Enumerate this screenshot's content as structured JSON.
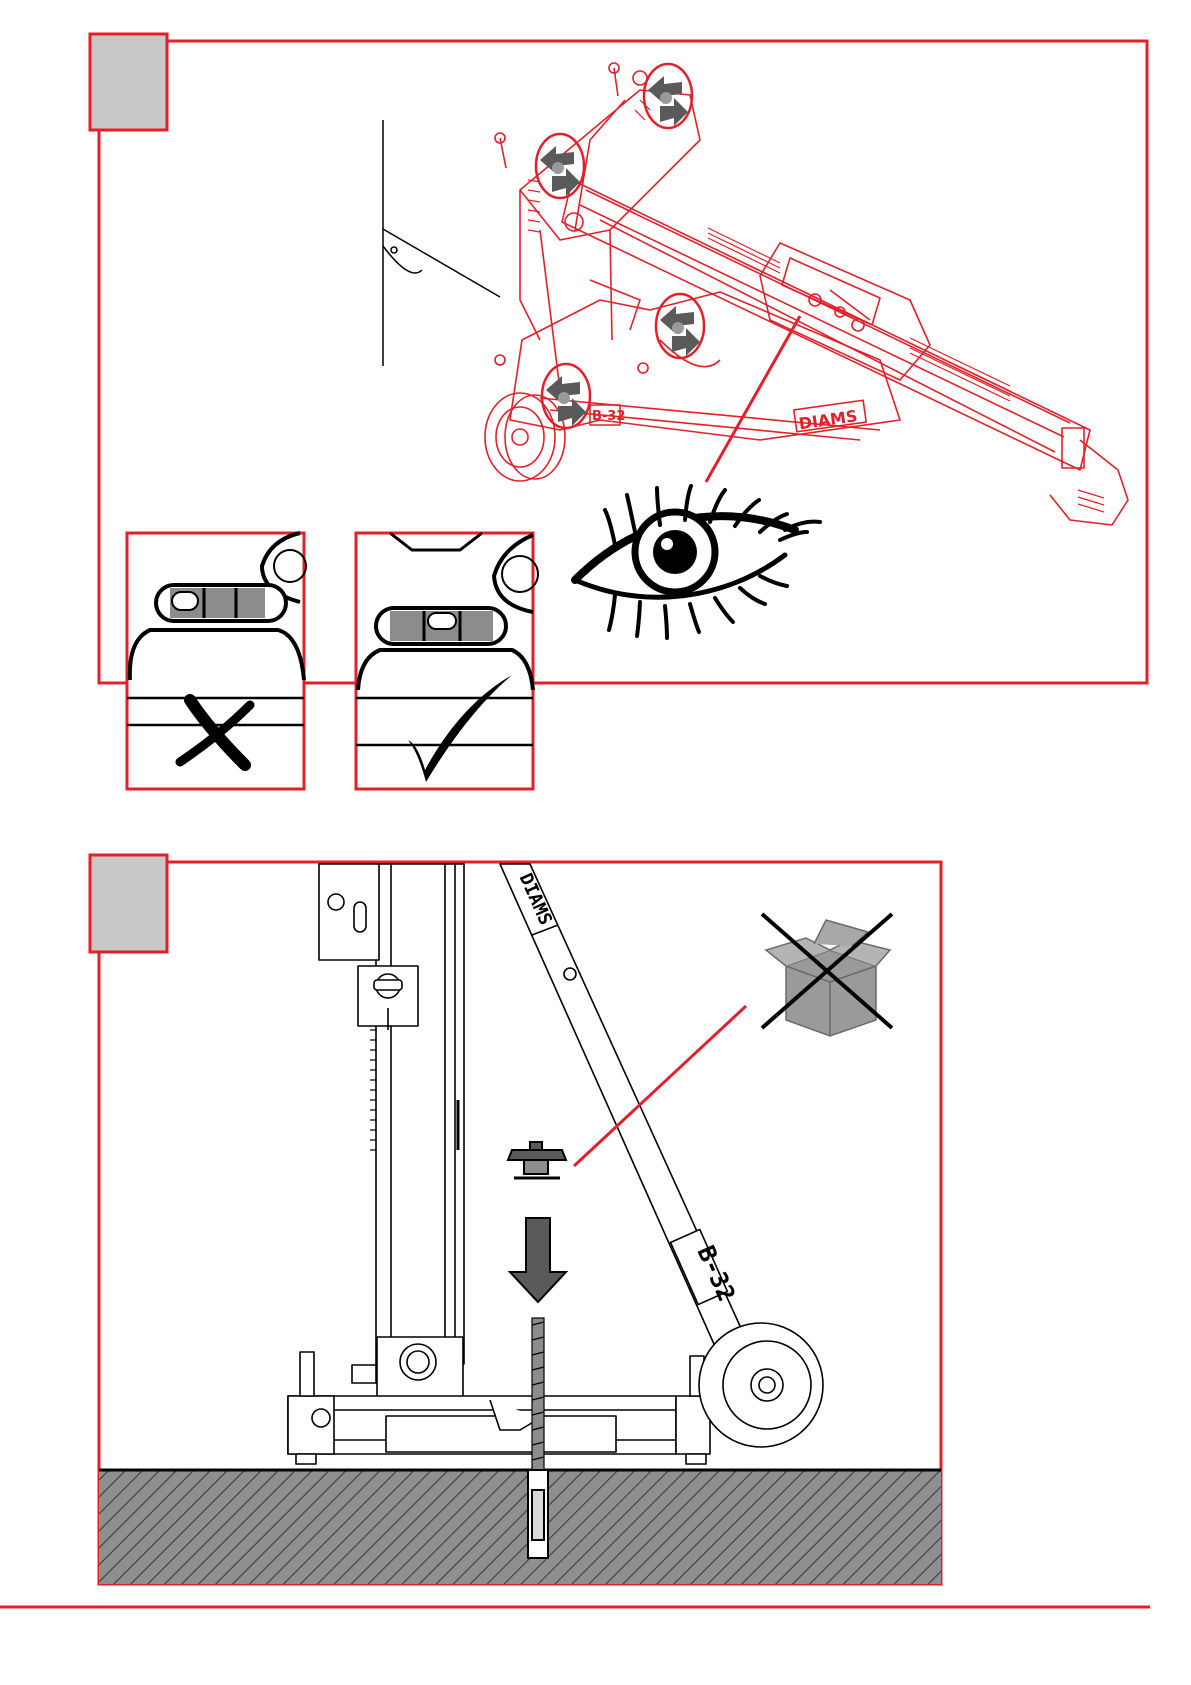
{
  "page": {
    "accent_color": "#e3202a",
    "label_box_color": "#c8c8c8",
    "dark_gray": "#5a5a5a",
    "mid_gray": "#8c8c8c"
  },
  "panel_1": {
    "step_box": {
      "label": ""
    },
    "icons": {
      "main": "drill-stand-top-view-illustration",
      "adjust": "rotation-arrow-icon",
      "eye": "eye-icon"
    },
    "inset_wrong": {
      "icon": "cross-mark-icon",
      "meaning": "not-level"
    },
    "inset_right": {
      "icon": "check-mark-icon",
      "meaning": "level"
    },
    "brand_text": "DIAMS",
    "model_text": "B-32"
  },
  "panel_2": {
    "step_box": {
      "label": ""
    },
    "icons": {
      "stand": "drill-stand-side-view-illustration",
      "no_box": "crossed-out-box-icon",
      "anchor": "anchor-nut-icon",
      "arrow": "down-arrow-icon"
    },
    "brand_text": "DIAMS",
    "model_text": "B-32"
  }
}
